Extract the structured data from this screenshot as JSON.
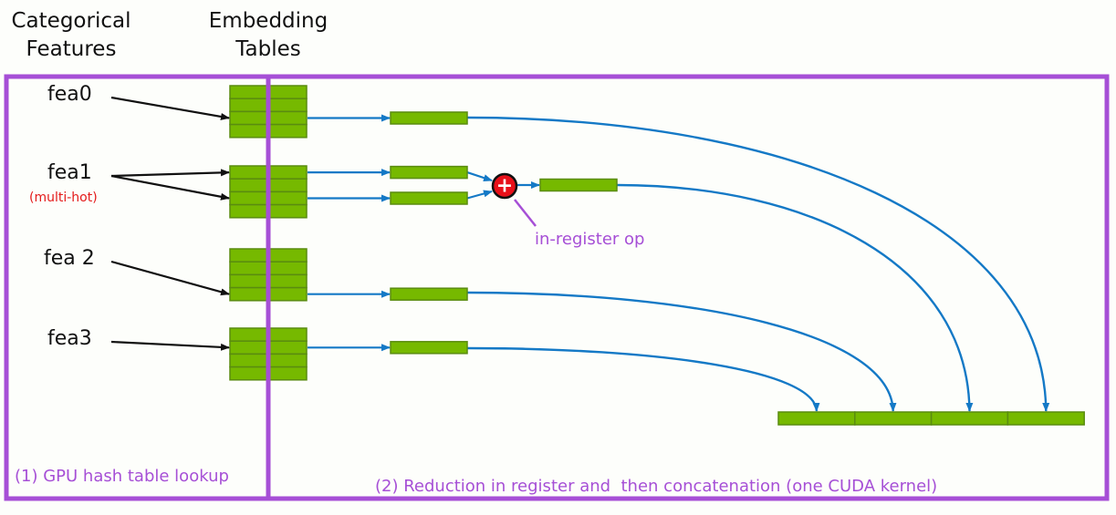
{
  "headers": {
    "features": "Categorical\nFeatures",
    "tables": "Embedding\nTables"
  },
  "features": [
    {
      "label": "fea0",
      "annotation": "",
      "lookups": [
        2
      ]
    },
    {
      "label": "fea1",
      "annotation": "(multi-hot)",
      "lookups": [
        0,
        2
      ]
    },
    {
      "label": "fea 2",
      "annotation": "",
      "lookups": [
        3
      ]
    },
    {
      "label": "fea3",
      "annotation": "",
      "lookups": [
        1
      ]
    }
  ],
  "embedding_tables": {
    "count": 4,
    "rows_per_table": 4
  },
  "operator": {
    "symbol": "+",
    "label": "in-register op"
  },
  "output": {
    "segments": 4
  },
  "sections": {
    "left": "(1) GPU hash table lookup",
    "right": "(2) Reduction in register and  then concatenation (one CUDA kernel)"
  },
  "colors": {
    "frame": "#a64fd6",
    "vector_fill": "#76b900",
    "vector_border": "#5a8c10",
    "connector": "#1479c6",
    "pointer": "#111111",
    "operator": "#e8101a",
    "annotation": "#e41b1b"
  }
}
